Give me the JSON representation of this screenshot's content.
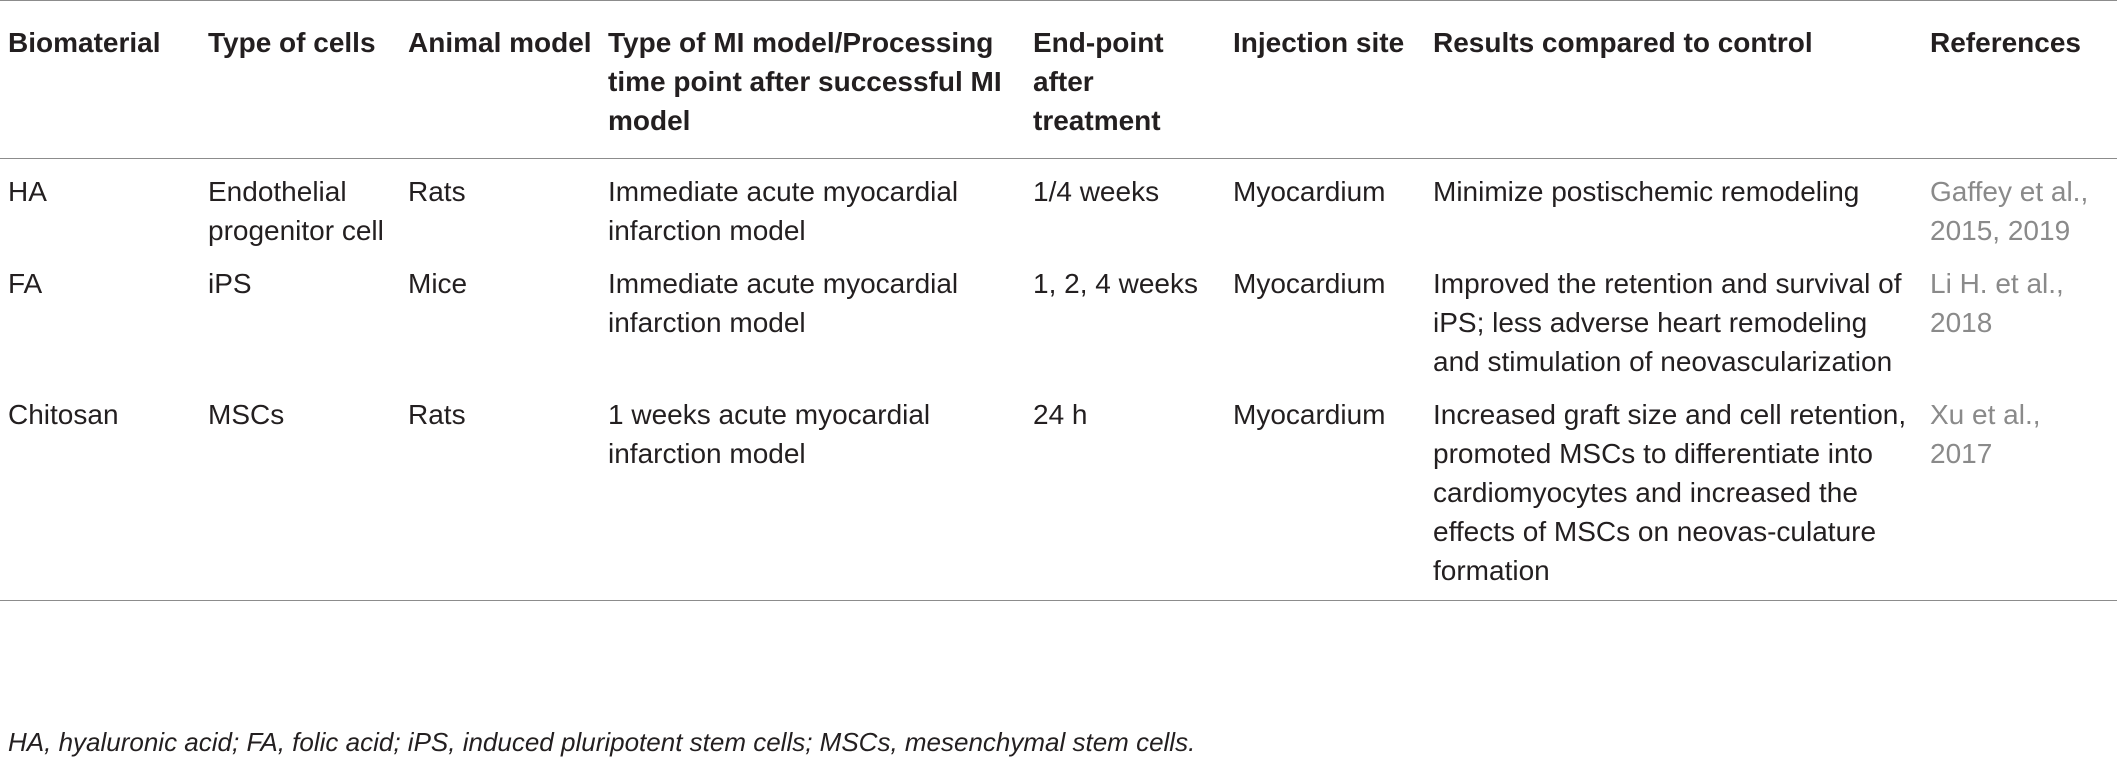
{
  "table": {
    "headers": [
      "Biomaterial",
      "Type of cells",
      "Animal model",
      "Type of MI model/Processing time point after successful MI model",
      "End-point after treatment",
      "Injection site",
      "Results compared to control",
      "References"
    ],
    "rows": [
      {
        "biomaterial": "HA",
        "cells": "Endothelial progenitor cell",
        "animal": "Rats",
        "mi_model": "Immediate acute myocardial infarction model",
        "endpoint": "1/4 weeks",
        "site": "Myocardium",
        "results": "Minimize postischemic remodeling",
        "references": "Gaffey et al., 2015, 2019"
      },
      {
        "biomaterial": "FA",
        "cells": "iPS",
        "animal": "Mice",
        "mi_model": "Immediate acute myocardial infarction model",
        "endpoint": "1, 2, 4 weeks",
        "site": "Myocardium",
        "results": "Improved the retention and survival of iPS; less adverse heart remodeling and stimulation of neovascularization",
        "references": "Li H. et al., 2018"
      },
      {
        "biomaterial": "Chitosan",
        "cells": "MSCs",
        "animal": "Rats",
        "mi_model": "1 weeks acute myocardial infarction model",
        "endpoint": "24 h",
        "site": "Myocardium",
        "results": "Increased graft size and cell retention, promoted MSCs to differentiate into cardiomyocytes and increased the effects of MSCs on neovas-culature formation",
        "references": "Xu et al., 2017"
      }
    ]
  },
  "footnote": "HA, hyaluronic acid; FA, folic acid; iPS, induced pluripotent stem cells; MSCs, mesenchymal stem cells.",
  "colors": {
    "text": "#231f20",
    "reference_link": "#8a8a8a",
    "rule": "#8c8c8c"
  }
}
